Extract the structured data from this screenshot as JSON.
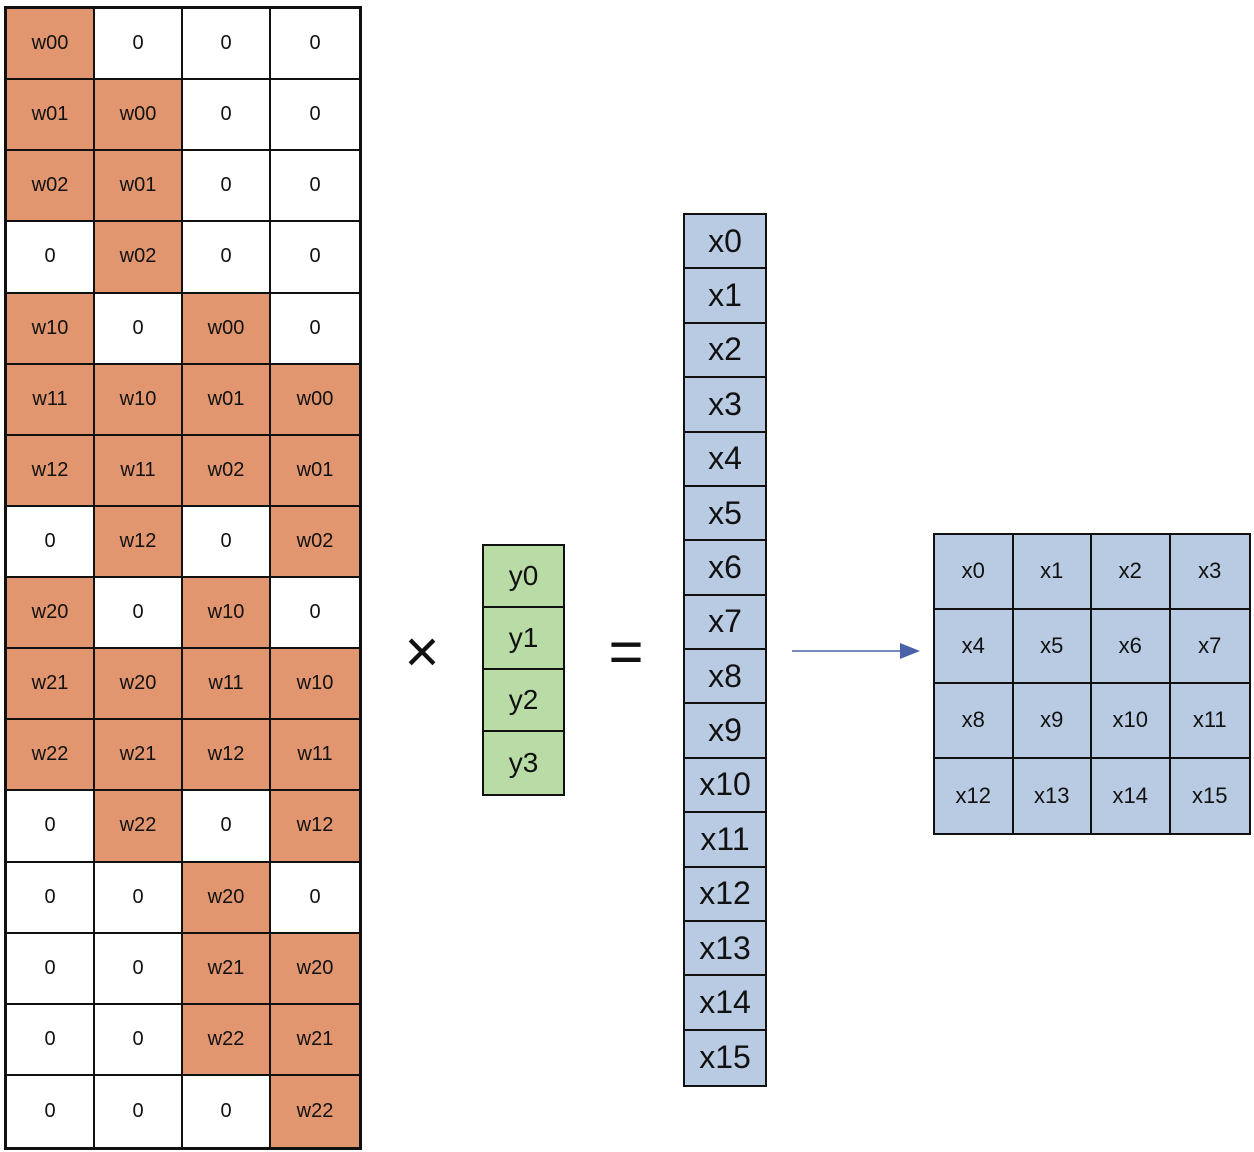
{
  "weight_matrix": {
    "rows": [
      [
        "w00",
        "0",
        "0",
        "0"
      ],
      [
        "w01",
        "w00",
        "0",
        "0"
      ],
      [
        "w02",
        "w01",
        "0",
        "0"
      ],
      [
        "0",
        "w02",
        "0",
        "0"
      ],
      [
        "w10",
        "0",
        "w00",
        "0"
      ],
      [
        "w11",
        "w10",
        "w01",
        "w00"
      ],
      [
        "w12",
        "w11",
        "w02",
        "w01"
      ],
      [
        "0",
        "w12",
        "0",
        "w02"
      ],
      [
        "w20",
        "0",
        "w10",
        "0"
      ],
      [
        "w21",
        "w20",
        "w11",
        "w10"
      ],
      [
        "w22",
        "w21",
        "w12",
        "w11"
      ],
      [
        "0",
        "w22",
        "0",
        "w12"
      ],
      [
        "0",
        "0",
        "w20",
        "0"
      ],
      [
        "0",
        "0",
        "w21",
        "w20"
      ],
      [
        "0",
        "0",
        "w22",
        "w21"
      ],
      [
        "0",
        "0",
        "0",
        "w22"
      ]
    ],
    "nonzero_color": "#e2966f",
    "zero_color": "#ffffff"
  },
  "operators": {
    "multiply": "×",
    "equals": "="
  },
  "y_vector": {
    "items": [
      "y0",
      "y1",
      "y2",
      "y3"
    ],
    "color": "#b9dca6"
  },
  "x_vector": {
    "items": [
      "x0",
      "x1",
      "x2",
      "x3",
      "x4",
      "x5",
      "x6",
      "x7",
      "x8",
      "x9",
      "x10",
      "x11",
      "x12",
      "x13",
      "x14",
      "x15"
    ],
    "color": "#b8cbe3"
  },
  "x_grid": {
    "rows": [
      [
        "x0",
        "x1",
        "x2",
        "x3"
      ],
      [
        "x4",
        "x5",
        "x6",
        "x7"
      ],
      [
        "x8",
        "x9",
        "x10",
        "x11"
      ],
      [
        "x12",
        "x13",
        "x14",
        "x15"
      ]
    ],
    "color": "#b8cbe3"
  },
  "arrow_color": "#4a63a8"
}
